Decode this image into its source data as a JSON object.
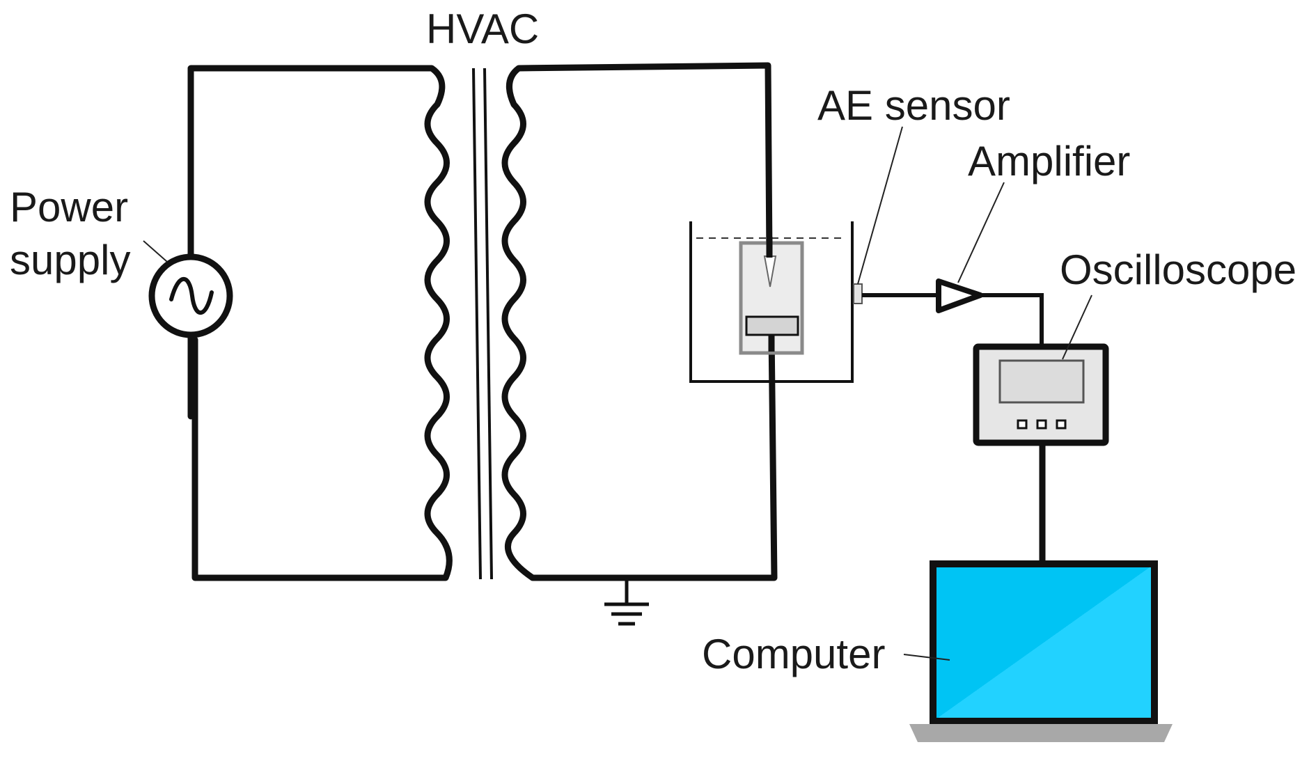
{
  "labels": {
    "hvac": "HVAC",
    "power_supply_line1": "Power",
    "power_supply_line2": "supply",
    "ae_sensor": "AE sensor",
    "amplifier": "Amplifier",
    "oscilloscope": "Oscilloscope",
    "computer": "Computer"
  },
  "colors": {
    "wire": "#111111",
    "laptop_screen": "#00c8f8",
    "laptop_screen_highlight": "#3ad6ff",
    "laptop_base": "#a8a8a8",
    "oscilloscope_body": "#e6e6e6",
    "oscilloscope_screen": "#dcdcdc",
    "cell_gray": "#8a8a8a",
    "cell_fill": "#ececec"
  },
  "icons": {
    "source": "ac-source-icon",
    "ground": "ground-icon",
    "amplifier": "amplifier-triangle-icon",
    "oscilloscope": "oscilloscope-icon",
    "computer": "laptop-icon"
  }
}
